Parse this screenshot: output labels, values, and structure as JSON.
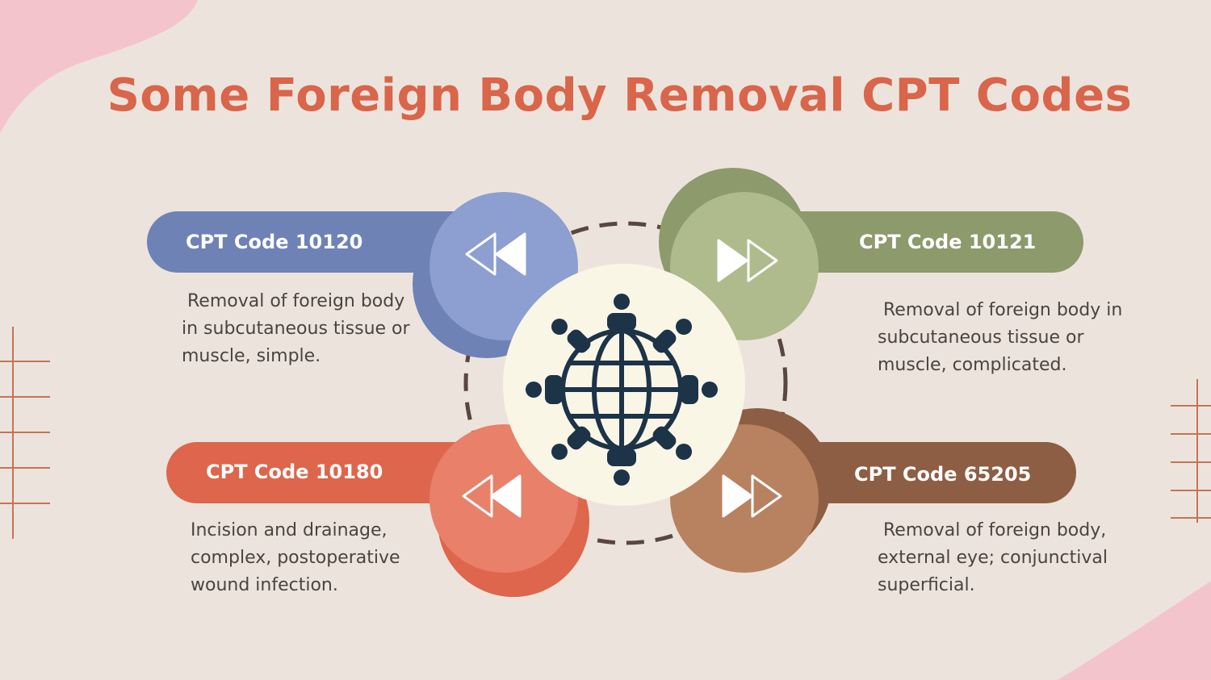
{
  "title": "Some Foreign Body Removal CPT Codes",
  "colors": {
    "background": "#ece4dc",
    "title": "#d9654a",
    "blue": "#6e82b6",
    "green": "#8c9a6c",
    "red": "#dd664c",
    "brown": "#8d5e44",
    "center_circle": "#faf6e6",
    "globe_icon": "#1c3348",
    "deco_lines": "#c47457",
    "blob": "#f4c4cc"
  },
  "center_icon": "globe-people-icon",
  "cards": [
    {
      "code_label": "CPT Code 10120",
      "description": " Removal of foreign body in subcutaneous tissue or muscle, simple.",
      "color": "blue",
      "arrow": "rewind-icon"
    },
    {
      "code_label": "CPT Code 10121",
      "description": " Removal of foreign body in subcutaneous tissue or muscle, complicated.",
      "color": "green",
      "arrow": "fast-forward-icon"
    },
    {
      "code_label": "CPT Code 10180",
      "description": "Incision and drainage, complex, postoperative wound infection.",
      "color": "red",
      "arrow": "rewind-icon"
    },
    {
      "code_label": "CPT Code 65205",
      "description": " Removal of foreign body, external eye; conjunctival superficial.",
      "color": "brown",
      "arrow": "fast-forward-icon"
    }
  ]
}
